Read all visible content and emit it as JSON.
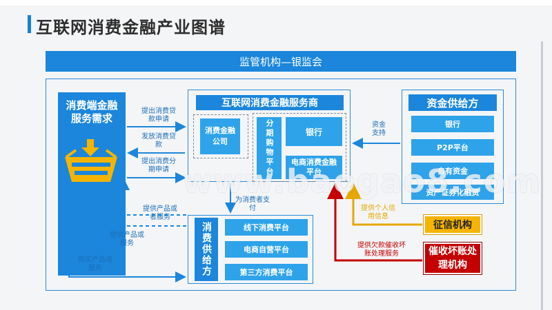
{
  "title": "互联网消费金融产业图谱",
  "regulator": "监管机构—银监会",
  "demand": {
    "title": "消费端金融服务需求",
    "icon": "shopping-basket-icon"
  },
  "center": {
    "title": "互联网消费金融服务商",
    "consumer_finance": "消费金融公司",
    "installment": "分期购物平台",
    "bank": "银行",
    "ecommerce": "电商消费金融平台"
  },
  "funding": {
    "title": "资金供给方",
    "items": [
      "银行",
      "P2P平台",
      "自有资金",
      "资产证券化融资"
    ]
  },
  "supply": {
    "title": "消费供给方",
    "items": [
      "线下消费平台",
      "电商自营平台",
      "第三方消费平台"
    ]
  },
  "credit": "征信机构",
  "collection": "催收坏账处理机构",
  "labels": {
    "loan_apply": "提出消费贷款申请",
    "loan_issue": "发放消费贷款",
    "installment_apply": "提出消费分期申请",
    "provide_goods_services": "提供产品或者服务",
    "provide_goods": "提供产品或服务",
    "buy": "购买产品或服务",
    "pay_for_consumer": "为消费者支付",
    "fund_support": "资金支持",
    "personal_credit": "提供个人信用信息",
    "overdue": "提供欠款催收坏账处理服务"
  },
  "watermark": "www.baogao8.com",
  "colors": {
    "primary": "#1b86db",
    "light": "#2ea3ea",
    "credit": "#f5b400",
    "collection": "#c40000"
  }
}
